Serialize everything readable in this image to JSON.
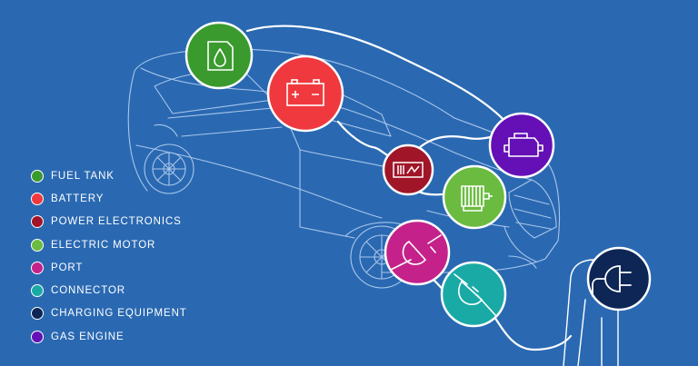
{
  "colors": {
    "background": "#2a69b2",
    "line": "#ffffff",
    "outline": "#a9c6ea"
  },
  "components": [
    {
      "key": "fuel_tank",
      "label": "FUEL TANK",
      "color": "#3a9a2e",
      "icon": "fuel-drop-icon"
    },
    {
      "key": "battery",
      "label": "BATTERY",
      "color": "#f0393e",
      "icon": "battery-icon"
    },
    {
      "key": "power_electronics",
      "label": "POWER ELECTRONICS",
      "color": "#a01528",
      "icon": "power-electronics-icon"
    },
    {
      "key": "electric_motor",
      "label": "ELECTRIC MOTOR",
      "color": "#6abb40",
      "icon": "motor-icon"
    },
    {
      "key": "port",
      "label": "PORT",
      "color": "#c4228a",
      "icon": "port-icon"
    },
    {
      "key": "connector",
      "label": "CONNECTOR",
      "color": "#1aaaa5",
      "icon": "connector-icon"
    },
    {
      "key": "charging_equipment",
      "label": "CHARGING EQUIPMENT",
      "color": "#0d2656",
      "icon": "charging-plug-icon"
    },
    {
      "key": "gas_engine",
      "label": "GAS ENGINE",
      "color": "#6510b6",
      "icon": "engine-icon"
    }
  ]
}
